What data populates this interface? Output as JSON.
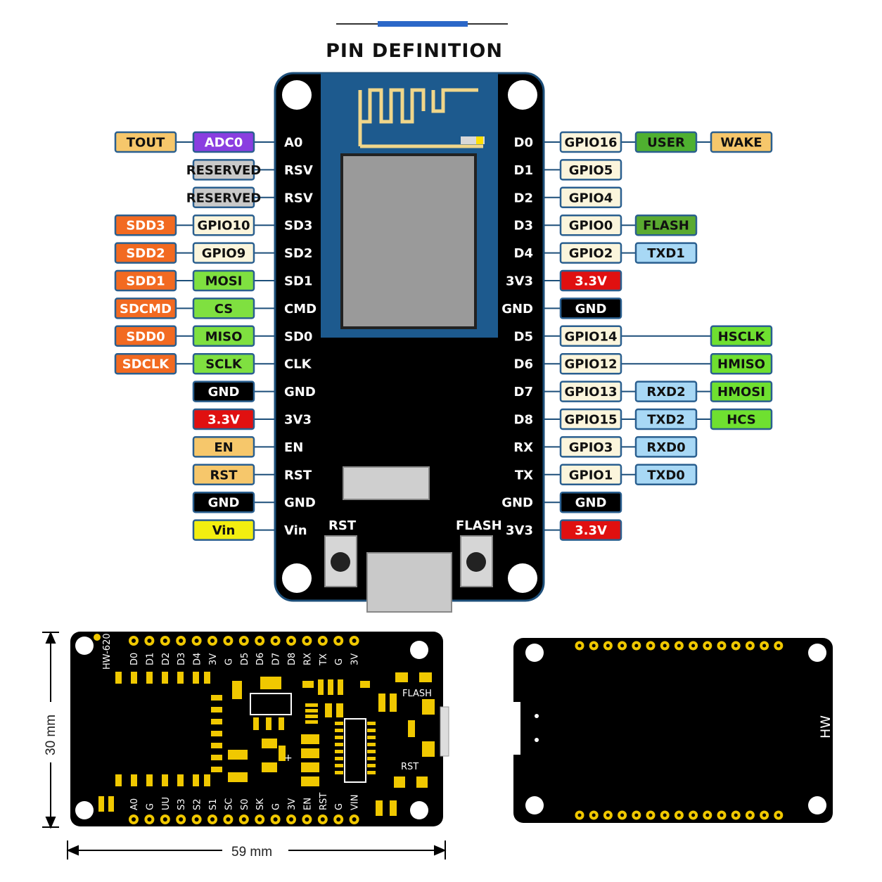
{
  "title": "PIN DEFINITION",
  "colors": {
    "tout": "#f6c76b",
    "adc": "#8a3ee0",
    "reserved": "#c9c9c9",
    "sdd": "#f26a21",
    "gpio": "#fbf5dc",
    "spi": "#7fe040",
    "gnd": "#000000",
    "v33": "#e01010",
    "en": "#f6c76b",
    "vin": "#f2ee10",
    "user": "#4fb030",
    "wake": "#f6c76b",
    "flash": "#5aaa30",
    "uart": "#a8d8f5",
    "hspi": "#6fe030",
    "board": "#000000",
    "module": "#1d5a8e"
  },
  "left_pins": [
    {
      "pin": "A0",
      "labels": [
        {
          "text": "ADC0",
          "c": "adc",
          "col": 1
        },
        {
          "text": "TOUT",
          "c": "tout",
          "col": 0
        }
      ]
    },
    {
      "pin": "RSV",
      "labels": [
        {
          "text": "RESERVED",
          "c": "reserved",
          "col": 1
        }
      ]
    },
    {
      "pin": "RSV",
      "labels": [
        {
          "text": "RESERVED",
          "c": "reserved",
          "col": 1
        }
      ]
    },
    {
      "pin": "SD3",
      "labels": [
        {
          "text": "GPIO10",
          "c": "gpio",
          "col": 1
        },
        {
          "text": "SDD3",
          "c": "sdd",
          "col": 0
        }
      ]
    },
    {
      "pin": "SD2",
      "labels": [
        {
          "text": "GPIO9",
          "c": "gpio",
          "col": 1
        },
        {
          "text": "SDD2",
          "c": "sdd",
          "col": 0
        }
      ]
    },
    {
      "pin": "SD1",
      "labels": [
        {
          "text": "MOSI",
          "c": "spi",
          "col": 1
        },
        {
          "text": "SDD1",
          "c": "sdd",
          "col": 0
        }
      ]
    },
    {
      "pin": "CMD",
      "labels": [
        {
          "text": "CS",
          "c": "spi",
          "col": 1
        },
        {
          "text": "SDCMD",
          "c": "sdd",
          "col": 0
        }
      ]
    },
    {
      "pin": "SD0",
      "labels": [
        {
          "text": "MISO",
          "c": "spi",
          "col": 1
        },
        {
          "text": "SDD0",
          "c": "sdd",
          "col": 0
        }
      ]
    },
    {
      "pin": "CLK",
      "labels": [
        {
          "text": "SCLK",
          "c": "spi",
          "col": 1
        },
        {
          "text": "SDCLK",
          "c": "sdd",
          "col": 0
        }
      ]
    },
    {
      "pin": "GND",
      "labels": [
        {
          "text": "GND",
          "c": "gnd",
          "col": 1
        }
      ]
    },
    {
      "pin": "3V3",
      "labels": [
        {
          "text": "3.3V",
          "c": "v33",
          "col": 1
        }
      ]
    },
    {
      "pin": "EN",
      "labels": [
        {
          "text": "EN",
          "c": "en",
          "col": 1
        }
      ]
    },
    {
      "pin": "RST",
      "labels": [
        {
          "text": "RST",
          "c": "en",
          "col": 1
        }
      ]
    },
    {
      "pin": "GND",
      "labels": [
        {
          "text": "GND",
          "c": "gnd",
          "col": 1
        }
      ]
    },
    {
      "pin": "Vin",
      "labels": [
        {
          "text": "Vin",
          "c": "vin",
          "col": 1
        }
      ]
    }
  ],
  "right_pins": [
    {
      "pin": "D0",
      "labels": [
        {
          "text": "GPIO16",
          "c": "gpio",
          "col": 0
        },
        {
          "text": "USER",
          "c": "user",
          "col": 1
        },
        {
          "text": "WAKE",
          "c": "wake",
          "col": 2
        }
      ]
    },
    {
      "pin": "D1",
      "labels": [
        {
          "text": "GPIO5",
          "c": "gpio",
          "col": 0
        }
      ]
    },
    {
      "pin": "D2",
      "labels": [
        {
          "text": "GPIO4",
          "c": "gpio",
          "col": 0
        }
      ]
    },
    {
      "pin": "D3",
      "labels": [
        {
          "text": "GPIO0",
          "c": "gpio",
          "col": 0
        },
        {
          "text": "FLASH",
          "c": "flash",
          "col": 1
        }
      ]
    },
    {
      "pin": "D4",
      "labels": [
        {
          "text": "GPIO2",
          "c": "gpio",
          "col": 0
        },
        {
          "text": "TXD1",
          "c": "uart",
          "col": 1
        }
      ]
    },
    {
      "pin": "3V3",
      "labels": [
        {
          "text": "3.3V",
          "c": "v33",
          "col": 0
        }
      ]
    },
    {
      "pin": "GND",
      "labels": [
        {
          "text": "GND",
          "c": "gnd",
          "col": 0
        }
      ]
    },
    {
      "pin": "D5",
      "labels": [
        {
          "text": "GPIO14",
          "c": "gpio",
          "col": 0
        },
        {
          "text": "HSCLK",
          "c": "hspi",
          "col": 2
        }
      ]
    },
    {
      "pin": "D6",
      "labels": [
        {
          "text": "GPIO12",
          "c": "gpio",
          "col": 0
        },
        {
          "text": "HMISO",
          "c": "hspi",
          "col": 2
        }
      ]
    },
    {
      "pin": "D7",
      "labels": [
        {
          "text": "GPIO13",
          "c": "gpio",
          "col": 0
        },
        {
          "text": "RXD2",
          "c": "uart",
          "col": 1
        },
        {
          "text": "HMOSI",
          "c": "hspi",
          "col": 2
        }
      ]
    },
    {
      "pin": "D8",
      "labels": [
        {
          "text": "GPIO15",
          "c": "gpio",
          "col": 0
        },
        {
          "text": "TXD2",
          "c": "uart",
          "col": 1
        },
        {
          "text": "HCS",
          "c": "hspi",
          "col": 2
        }
      ]
    },
    {
      "pin": "RX",
      "labels": [
        {
          "text": "GPIO3",
          "c": "gpio",
          "col": 0
        },
        {
          "text": "RXD0",
          "c": "uart",
          "col": 1
        }
      ]
    },
    {
      "pin": "TX",
      "labels": [
        {
          "text": "GPIO1",
          "c": "gpio",
          "col": 0
        },
        {
          "text": "TXD0",
          "c": "uart",
          "col": 1
        }
      ]
    },
    {
      "pin": "GND",
      "labels": [
        {
          "text": "GND",
          "c": "gnd",
          "col": 0
        }
      ]
    },
    {
      "pin": "3V3",
      "labels": [
        {
          "text": "3.3V",
          "c": "v33",
          "col": 0
        }
      ]
    }
  ],
  "buttons": {
    "rst": "RST",
    "flash": "FLASH"
  },
  "board_front": {
    "model": "HW-620",
    "top_row": [
      "D0",
      "D1",
      "D2",
      "D3",
      "D4",
      "3V",
      "G",
      "D5",
      "D6",
      "D7",
      "D8",
      "RX",
      "TX",
      "G",
      "3V"
    ],
    "bottom_row": [
      "A0",
      "G",
      "UU",
      "S3",
      "S2",
      "S1",
      "SC",
      "S0",
      "SK",
      "G",
      "3V",
      "EN",
      "RST",
      "G",
      "VIN"
    ],
    "flash_label": "FLASH",
    "rst_label": "RST",
    "plus_sign": "+"
  },
  "board_back": {
    "label": "HW"
  },
  "dims": {
    "height": "30 mm",
    "width": "59 mm"
  }
}
